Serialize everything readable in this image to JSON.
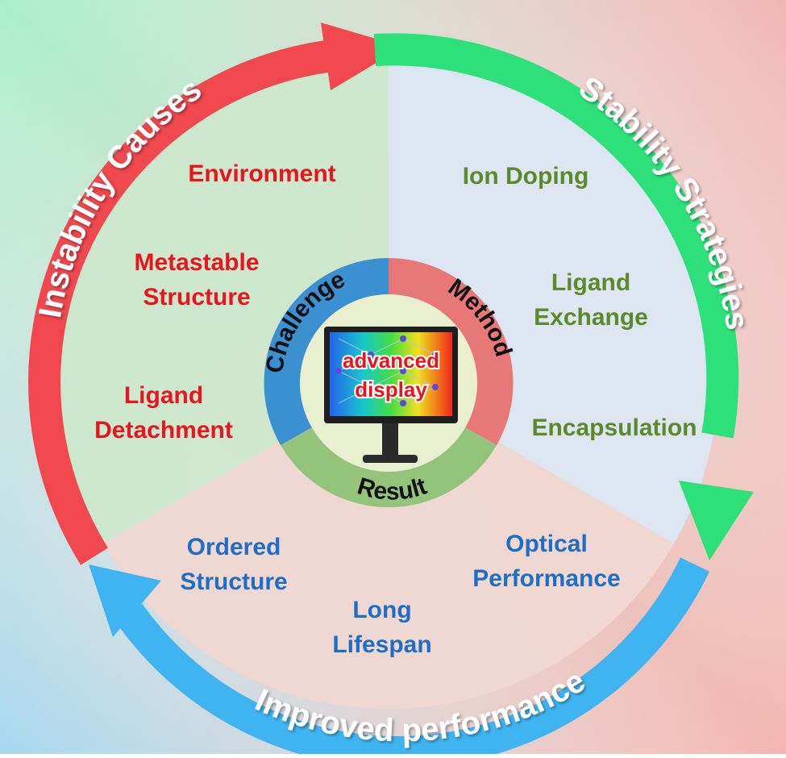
{
  "diagram": {
    "outer_labels": {
      "left": "Instability Causes",
      "right": "Stability Strategies",
      "bottom": "Improved performance"
    },
    "center_ring": {
      "challenge": "Challenge",
      "method": "Method",
      "result": "Result"
    },
    "monitor": {
      "line1": "advanced",
      "line2": "display"
    },
    "causes": [
      {
        "lines": [
          "Environment"
        ]
      },
      {
        "lines": [
          "Metastable",
          "Structure"
        ]
      },
      {
        "lines": [
          "Ligand",
          "Detachment"
        ]
      }
    ],
    "strategies": [
      {
        "lines": [
          "Ion Doping"
        ]
      },
      {
        "lines": [
          "Ligand",
          "Exchange"
        ]
      },
      {
        "lines": [
          "Encapsulation"
        ]
      }
    ],
    "results": [
      {
        "lines": [
          "Ordered",
          "Structure"
        ]
      },
      {
        "lines": [
          "Long",
          "Lifespan"
        ]
      },
      {
        "lines": [
          "Optical",
          "Performance"
        ]
      }
    ],
    "colors": {
      "causes_text": "#e8141e",
      "strategies_text": "#5a8a2a",
      "results_text": "#1e6ec8",
      "left_arrow": "#f0484e",
      "right_arrow": "#2ee07a",
      "bottom_arrow": "#40b4f0",
      "ring_challenge": "#3a90d0",
      "ring_method": "#e87878",
      "ring_result": "#94c47c"
    }
  }
}
